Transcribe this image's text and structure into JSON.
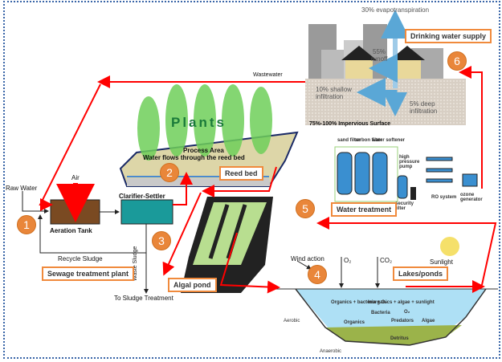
{
  "diagram": {
    "title": "Wastewater treatment and reuse cycle",
    "colors": {
      "flow_arrow": "#ff0000",
      "step_circle": "#e9863a",
      "label_border": "#f08a3c",
      "frame_border": "#3a66a8",
      "aeration_tank": "#7a4a22",
      "clarifier": "#1a9a9a",
      "water": "#aee0f5",
      "sludge": "#9bb34a"
    },
    "steps": [
      {
        "number": "1",
        "label": "Sewage treatment plant"
      },
      {
        "number": "2",
        "label": "Reed bed"
      },
      {
        "number": "3",
        "label": "Algal pond"
      },
      {
        "number": "4",
        "label": "Lakes/ponds"
      },
      {
        "number": "5",
        "label": "Water treatment"
      },
      {
        "number": "6",
        "label": "Drinking water supply"
      }
    ],
    "sewage_plant": {
      "raw_water": "Raw Water",
      "air": "Air",
      "aeration_tank": "Aeration Tank",
      "clarifier": "Clarifier-Settler",
      "recycle_sludge": "Recycle Sludge",
      "waste_sludge": "Waste Sludge",
      "to_sludge_treatment": "To Sludge Treatment"
    },
    "reed_bed": {
      "plants": "Plants",
      "process_area": "Process Area",
      "water_flows": "Water flows through the reed bed"
    },
    "urban": {
      "wastewater": "Wastewater",
      "evapotranspiration": "30% evapotranspiration",
      "runoff_pct": "55%",
      "runoff": "runoff",
      "shallow_pct": "10% shallow",
      "shallow": "infiltration",
      "deep_pct": "5% deep",
      "deep": "infiltration",
      "impervious": "75%-100% Impervious Surface"
    },
    "water_treatment": {
      "sand_filter": "sand filter",
      "carbon_filter": "carbon filter",
      "water_softener": "water softener",
      "high_pressure_pump": "high pressure pump",
      "security_filter": "security filter",
      "ro_system": "RO system",
      "ozone_generator": "ozone generator"
    },
    "pond": {
      "wind_action": "Wind action",
      "o2": "O₂",
      "co2": "CO₂",
      "sunlight": "Sunlight",
      "organics_bacteria": "Organics + bacteria + O₂",
      "inorganics": "Inorganics + algae + sunlight",
      "bacteria": "Bacteria",
      "o2_inner": "O₂",
      "predators": "Predators",
      "algae": "Algae",
      "organics": "Organics",
      "detritus": "Detritus",
      "aerobic": "Aerobic",
      "anaerobic": "Anaerobic"
    }
  }
}
